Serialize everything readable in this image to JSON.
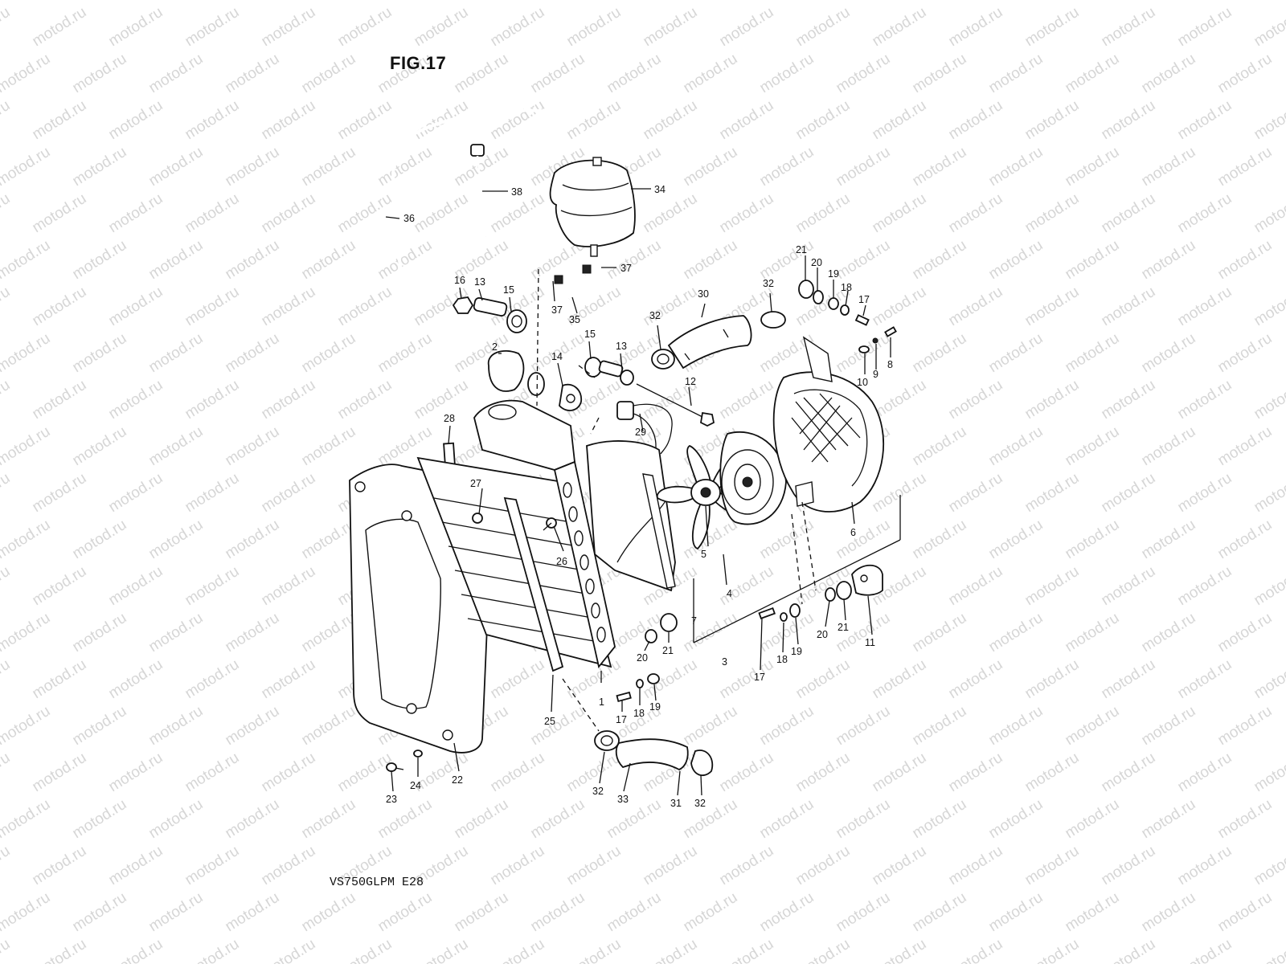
{
  "figure": {
    "title": "FIG.17",
    "model_code": "VS750GLPM  E28",
    "watermark": "motod.ru"
  },
  "callouts": [
    {
      "id": "c1",
      "label": "1"
    },
    {
      "id": "c2",
      "label": "2"
    },
    {
      "id": "c3",
      "label": "3"
    },
    {
      "id": "c4",
      "label": "4"
    },
    {
      "id": "c5",
      "label": "5"
    },
    {
      "id": "c6",
      "label": "6"
    },
    {
      "id": "c7",
      "label": "7"
    },
    {
      "id": "c8",
      "label": "8"
    },
    {
      "id": "c9",
      "label": "9"
    },
    {
      "id": "c10",
      "label": "10"
    },
    {
      "id": "c11",
      "label": "11"
    },
    {
      "id": "c12",
      "label": "12"
    },
    {
      "id": "c13a",
      "label": "13"
    },
    {
      "id": "c13b",
      "label": "13"
    },
    {
      "id": "c14",
      "label": "14"
    },
    {
      "id": "c15a",
      "label": "15"
    },
    {
      "id": "c15b",
      "label": "15"
    },
    {
      "id": "c16",
      "label": "16"
    },
    {
      "id": "c17a",
      "label": "17"
    },
    {
      "id": "c17b",
      "label": "17"
    },
    {
      "id": "c17c",
      "label": "17"
    },
    {
      "id": "c18a",
      "label": "18"
    },
    {
      "id": "c18b",
      "label": "18"
    },
    {
      "id": "c18c",
      "label": "18"
    },
    {
      "id": "c19a",
      "label": "19"
    },
    {
      "id": "c19b",
      "label": "19"
    },
    {
      "id": "c19c",
      "label": "19"
    },
    {
      "id": "c20a",
      "label": "20"
    },
    {
      "id": "c20b",
      "label": "20"
    },
    {
      "id": "c20c",
      "label": "20"
    },
    {
      "id": "c21a",
      "label": "21"
    },
    {
      "id": "c21b",
      "label": "21"
    },
    {
      "id": "c21c",
      "label": "21"
    },
    {
      "id": "c22",
      "label": "22"
    },
    {
      "id": "c23",
      "label": "23"
    },
    {
      "id": "c24",
      "label": "24"
    },
    {
      "id": "c25",
      "label": "25"
    },
    {
      "id": "c26",
      "label": "26"
    },
    {
      "id": "c27",
      "label": "27"
    },
    {
      "id": "c28",
      "label": "28"
    },
    {
      "id": "c29",
      "label": "29"
    },
    {
      "id": "c30",
      "label": "30"
    },
    {
      "id": "c31",
      "label": "31"
    },
    {
      "id": "c32a",
      "label": "32"
    },
    {
      "id": "c32b",
      "label": "32"
    },
    {
      "id": "c32c",
      "label": "32"
    },
    {
      "id": "c32d",
      "label": "32"
    },
    {
      "id": "c33",
      "label": "33"
    },
    {
      "id": "c34",
      "label": "34"
    },
    {
      "id": "c35",
      "label": "35"
    },
    {
      "id": "c36",
      "label": "36"
    },
    {
      "id": "c37a",
      "label": "37"
    },
    {
      "id": "c37b",
      "label": "37"
    },
    {
      "id": "c38",
      "label": "38"
    }
  ]
}
